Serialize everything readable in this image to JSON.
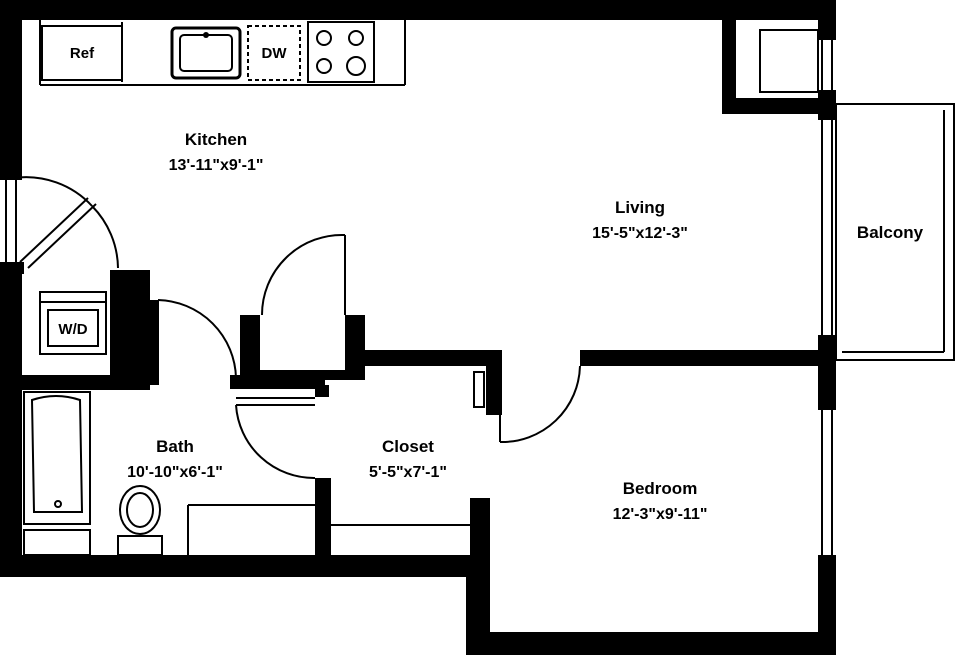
{
  "colors": {
    "wall": "#000000",
    "background": "#ffffff"
  },
  "rooms": {
    "kitchen": {
      "name": "Kitchen",
      "dims": "13'-11\"x9'-1\""
    },
    "living": {
      "name": "Living",
      "dims": "15'-5\"x12'-3\""
    },
    "balcony": {
      "name": "Balcony"
    },
    "bath": {
      "name": "Bath",
      "dims": "10'-10\"x6'-1\""
    },
    "closet": {
      "name": "Closet",
      "dims": "5'-5\"x7'-1\""
    },
    "bedroom": {
      "name": "Bedroom",
      "dims": "12'-3\"x9'-11\""
    }
  },
  "fixtures": {
    "refrigerator": "Ref",
    "dishwasher": "DW",
    "washer_dryer": "W/D"
  }
}
